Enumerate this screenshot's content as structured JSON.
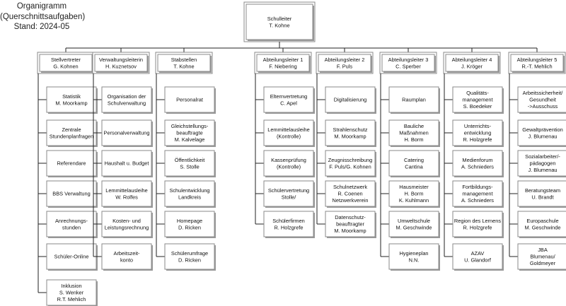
{
  "title": {
    "line1": "Organigramm",
    "line2": "(Querschnittsaufgaben)",
    "line3": "Stand: 2024-05"
  },
  "root": [
    "Schulleiter",
    "T. Kohne"
  ],
  "columns": [
    {
      "head": [
        "Stellvertreter",
        "G. Kohnen"
      ],
      "items": [
        [
          "Statistik",
          "M. Moorkamp"
        ],
        [
          "Zentrale",
          "Stundenplanfragen"
        ],
        [
          "Referendare"
        ],
        [
          "BBS Verwaltung"
        ],
        [
          "Anrechnungs-",
          "stunden"
        ],
        [
          "Schüler-Online"
        ],
        [
          "Inklusion",
          "S. Wenker",
          "R.T. Mehlich"
        ]
      ]
    },
    {
      "head": [
        "Verwaltungsleiterin",
        "H. Kuznetsov"
      ],
      "items": [
        [
          "Organisation der",
          "Schulverwaltung"
        ],
        [
          "Personalverwaltung"
        ],
        [
          "Haushalt u. Budget"
        ],
        [
          "Lemmittelausleihe",
          "W. Rolfes"
        ],
        [
          "Kosten- und",
          "Leistungsrechnung"
        ],
        [
          "Arbeitszeit-",
          "konto"
        ]
      ]
    },
    {
      "head": [
        "Stabstellen",
        "T. Kohne"
      ],
      "items": [
        [
          "Personalrat"
        ],
        [
          "Gleichstellungs-",
          "beauftragte",
          "M. Kalvelage"
        ],
        [
          "Öffentlichkeit",
          "S. Stolle"
        ],
        [
          "Schulentwicklung",
          "Landkreis"
        ],
        [
          "Homepage",
          "D. Ricken"
        ],
        [
          "Schülerumfrage",
          "D. Ricken"
        ]
      ]
    },
    {
      "head": [
        "Abteilungsleiter 1",
        "F. Niebering"
      ],
      "items": [
        [
          "Elternvertretung",
          "C. Apel"
        ],
        [
          "Lemmittelausleihe",
          "(Kontrolle)"
        ],
        [
          "Kassenprüfung",
          "(Kontrolle)"
        ],
        [
          "Schülervertretung",
          "Stolle/"
        ],
        [
          "Schülerfirmen",
          "R. Holzgrefe"
        ]
      ]
    },
    {
      "head": [
        "Abteilungsleiter 2",
        "F. Puls"
      ],
      "items": [
        [
          "Digitalisierung"
        ],
        [
          "Strahlenschutz",
          "M. Moorkamp"
        ],
        [
          "Zeugnisschreibung",
          "F. Puls/G. Kohnen"
        ],
        [
          "Schulnetzwerk",
          "R. Coenen",
          "Netzwerkverein"
        ],
        [
          "Datenschutz-",
          "beauftragter",
          "M. Moorkamp"
        ]
      ]
    },
    {
      "head": [
        "Abteilungsleiter 3",
        "C. Sperber"
      ],
      "items": [
        [
          "Raumplan"
        ],
        [
          "Bauliche",
          "Maßnahmen",
          "H. Borm"
        ],
        [
          "Catering",
          "Cantina"
        ],
        [
          "Hausmeister",
          "H. Borm",
          "K. Kuhlmann"
        ],
        [
          "Umweltschule",
          "M. Geschwinde"
        ],
        [
          "Hygieneplan",
          "N.N."
        ]
      ]
    },
    {
      "head": [
        "Abteilungsleiter 4",
        "J. Kröger"
      ],
      "items": [
        [
          "Qualitäts-",
          "management",
          "S. Boedeker"
        ],
        [
          "Unterrichts-",
          "entwicklung",
          "R. Holzgrefe"
        ],
        [
          "Medienforum",
          "A. Schnieders"
        ],
        [
          "Fortbildungs-",
          "management",
          "A. Schnieders"
        ],
        [
          "Region des Lernens",
          "R. Holzgrefe"
        ],
        [
          "AZAV",
          "U. Glandorf"
        ]
      ]
    },
    {
      "head": [
        "Abteilungsleiter 5",
        "R.-T. Mehlich"
      ],
      "items": [
        [
          "Arbeitssicherheit/",
          "Gesundheit",
          "->Ausschuss"
        ],
        [
          "Gewaltprävention",
          "J. Blumenau"
        ],
        [
          "Sozialarbeiter/-",
          "pädagogen",
          "J. Blumenau"
        ],
        [
          "Beratungsteam",
          "U. Brandt"
        ],
        [
          "Europaschule",
          "M. Geschwinde"
        ],
        [
          "JBA",
          "Blumenau/",
          "Goldmeyer"
        ]
      ]
    }
  ]
}
